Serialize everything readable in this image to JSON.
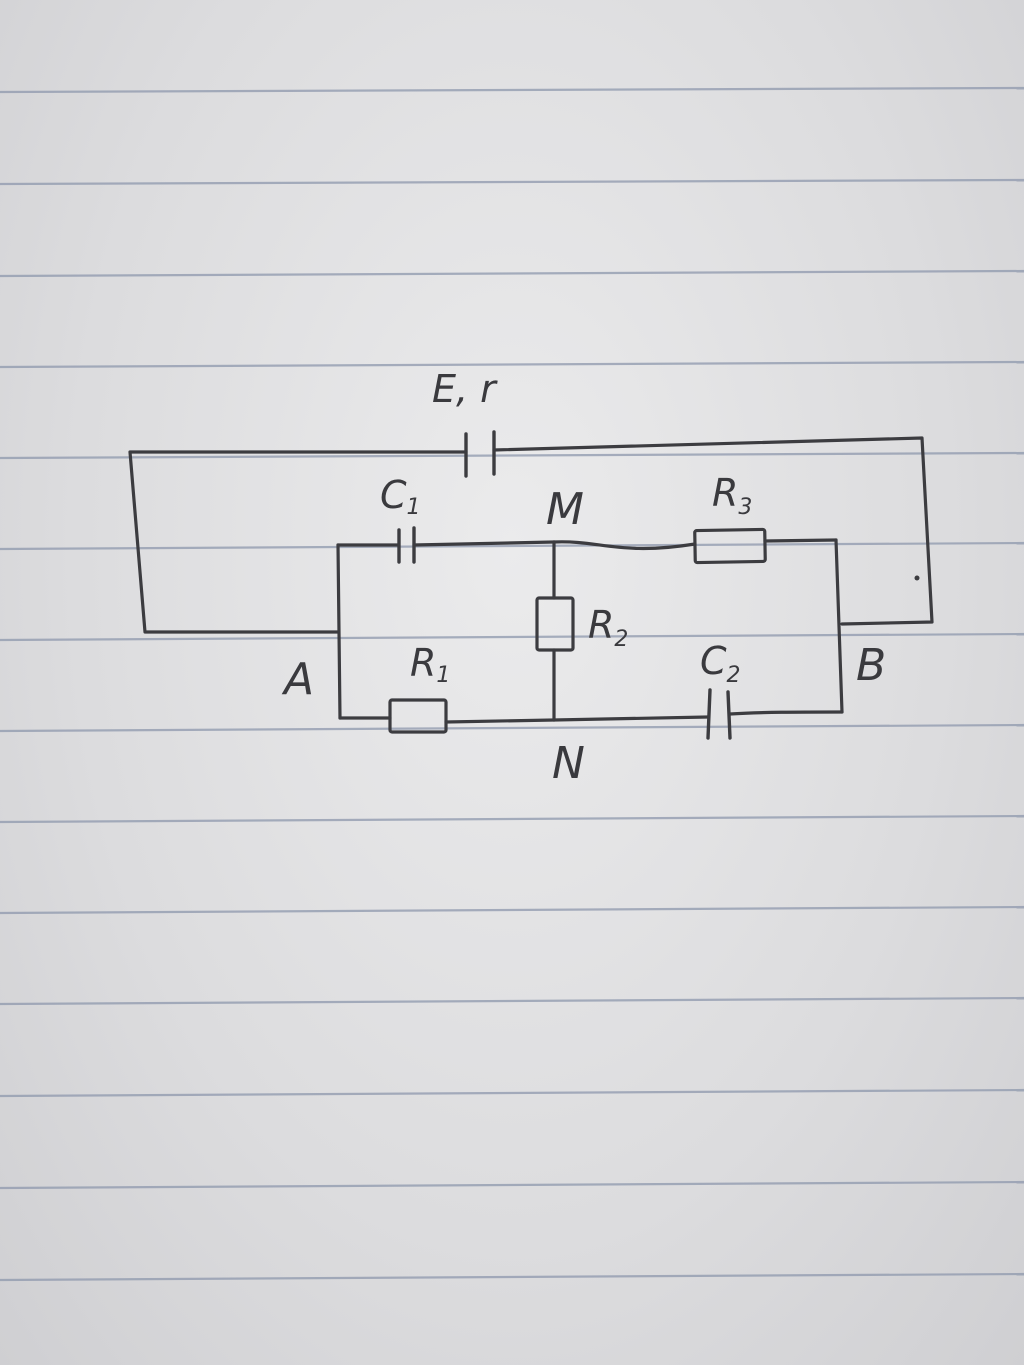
{
  "diagram": {
    "source": {
      "label": "E, r"
    },
    "nodes": {
      "A": "A",
      "B": "B",
      "M": "M",
      "N": "N"
    },
    "components": {
      "C1": {
        "letter": "C",
        "index": "1"
      },
      "C2": {
        "letter": "C",
        "index": "2"
      },
      "R1": {
        "letter": "R",
        "index": "1"
      },
      "R2": {
        "letter": "R",
        "index": "2"
      },
      "R3": {
        "letter": "R",
        "index": "3"
      }
    }
  },
  "colors": {
    "paper": "#dcdcde",
    "rule_lines": "#8e98ad",
    "ink": "#3c3c40"
  }
}
